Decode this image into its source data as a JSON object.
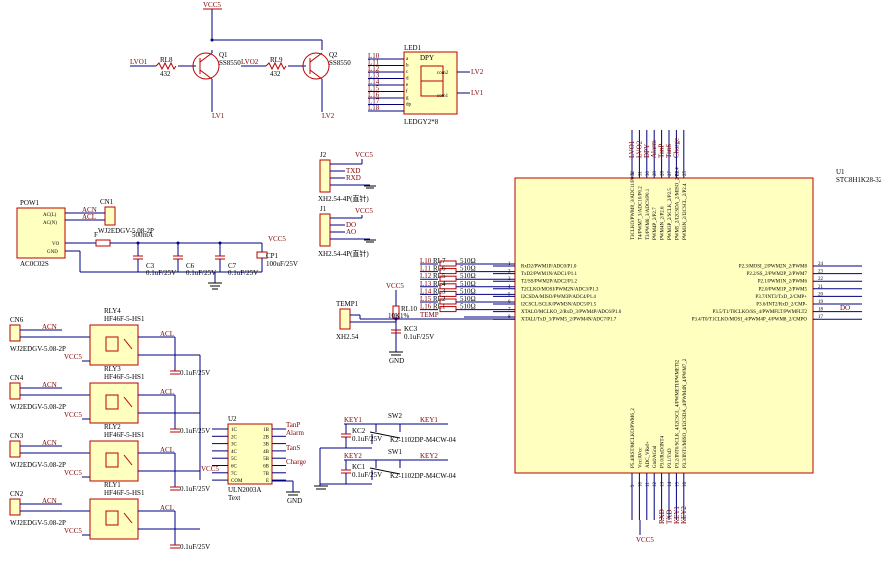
{
  "u1": {
    "ref": "U1",
    "part": "STC8H1K28-32",
    "left_pins": [
      "RxD2/PWM1P/ADC0/P1.0",
      "TxD2/PWM1N/ADC1/P1.1",
      "T2/SS/PWM2P/ADC2/P1.2",
      "T2CLKO/MOSI/PWM2N/ADC3/P1.3",
      "I2CSDA/MISO/PWM3P/ADC4/P1.4",
      "I2CSCL/SCLK/PWM3N/ADC5/P1.5",
      "XTALO/MCLKO_2/RxD_3/PWM4P/ADC6/P1.6",
      "XTALI/TxD_3/PWM5_2/PWM4N/ADC7/P1.7"
    ],
    "left_nums": [
      "1",
      "2",
      "3",
      "4",
      "5",
      "6",
      "7",
      "8"
    ],
    "right_pins": [
      "P2.3/MOSI_2/PWM2N_2/PWM8",
      "P2.2/SS_2/PWM2P_2/PWM7",
      "P2.1/PWM1N_2/PWM6",
      "P2.0/PWM1P_2/PWM5",
      "P3.7/INT3/TxD_2/CMP+",
      "P3.6/INT2/RxD_2/CMP-",
      "P3.5/T1/T0CLKO/SS_4/PWMFLT/PWMFLT2",
      "P3.4/T0/T1CLKO/MOSI_4/PWM4P_4/PWM8_2/CMPO"
    ],
    "right_nums": [
      "24",
      "23",
      "22",
      "21",
      "20",
      "19",
      "18",
      "17"
    ],
    "top_pins": [
      "T3CLKO/PWM8_3/ADC11/P0.3",
      "T4/PWM7_3/ADC10/P0.2",
      "T3/PWM6_3/ADC9/P0.1",
      "PWM4P_2/P2.7",
      "PWM4N_2/P2.6",
      "PWM3P_2/SCLK_2/P2.5",
      "PWM5_2/I2CSDA_2/MISO_2/P2.4",
      "PWM3N_2/I2CSCL_2/P2.4"
    ],
    "top_nums": [
      "32",
      "31",
      "30",
      "29",
      "28",
      "27",
      "26",
      "25"
    ],
    "top_nets": [
      "LVO1",
      "LVO2",
      "DPY",
      "Alarm",
      "TanP",
      "TanS",
      "Charge"
    ],
    "bottom_pins": [
      "P5.4/RST/MCLKO/PWM6_2",
      "Vcc/AVcc",
      "ADC_VRef+",
      "Gnd/AGnd",
      "P3.0/RxD/INT4",
      "P3.1/TxD",
      "P3.2/INT0/SCLK_4/I2CSCL_4/PWMETI/PWMETI2",
      "P3.3/INT1/MISO_4/I2CSDA_4/PWM4N_4/PWM7_2"
    ],
    "bottom_nums": [
      "9",
      "10",
      "11",
      "12",
      "13",
      "14",
      "15",
      "16"
    ],
    "bottom_nets": [
      "RXD",
      "TXD",
      "KEY1",
      "KEY2"
    ],
    "right_net": "DO",
    "vcc": "VCC5",
    "gnd": "GND"
  },
  "q1": {
    "ref": "Q1",
    "part": "SS8550",
    "res_ref": "RL8",
    "res_val": "432",
    "in_net": "LVO1",
    "out_net": "LV1"
  },
  "q2": {
    "ref": "Q2",
    "part": "SS8550",
    "res_ref": "RL9",
    "res_val": "432",
    "in_net": "LVO2",
    "out_net": "LV2"
  },
  "vcc_top": "VCC5",
  "led": {
    "ref": "LED1",
    "part": "LEDGY2*8",
    "dpy": "DPY",
    "nets": [
      "L10",
      "L11",
      "L12",
      "L13",
      "L14",
      "L15",
      "L16",
      "L17",
      "L18"
    ],
    "pins": [
      "a",
      "b",
      "c",
      "d",
      "e",
      "f",
      "g",
      "dp"
    ],
    "com2": "com2",
    "com1": "com1",
    "out2": "LV2",
    "out1": "LV1"
  },
  "j2": {
    "ref": "J2",
    "part": "XH2.54-4P(直针)",
    "vcc": "VCC5",
    "nets": [
      "TXD",
      "RXD"
    ],
    "pins": [
      "4",
      "3",
      "2",
      "1"
    ]
  },
  "j1": {
    "ref": "J1",
    "part": "XH2.54-4P(直针)",
    "vcc": "VCC5",
    "nets": [
      "DO",
      "AO"
    ],
    "pins": [
      "4",
      "3",
      "2",
      "1"
    ]
  },
  "pow": {
    "ref": "POW1",
    "part": "AC0C02S",
    "pins": [
      "AC(L)",
      "AC(N)",
      "VO",
      "GND"
    ],
    "cn_ref": "CN1",
    "cn_part": "WJ2EDGV-5.08-2P",
    "nets": [
      "ACN",
      "ACL"
    ],
    "f_ref": "F",
    "f_val": "500mA",
    "c3": "C3",
    "c3v": "0.1uF/25V",
    "c6": "C6",
    "c6v": "0.1uF/25V",
    "c7": "C7",
    "c7v": "0.1uF/25V",
    "cp1": "CP1",
    "cp1v": "100uF/25V",
    "vcc": "VCC5"
  },
  "resistors": [
    {
      "net": "L10",
      "ref": "RL7",
      "val": "510Ω"
    },
    {
      "net": "L11",
      "ref": "RL6",
      "val": "510Ω"
    },
    {
      "net": "L12",
      "ref": "RL5",
      "val": "510Ω"
    },
    {
      "net": "L13",
      "ref": "RL4",
      "val": "510Ω"
    },
    {
      "net": "L14",
      "ref": "RL3",
      "val": "510Ω"
    },
    {
      "net": "L15",
      "ref": "RL2",
      "val": "510Ω"
    },
    {
      "net": "L16",
      "ref": "RL1",
      "val": "510Ω"
    }
  ],
  "temp": {
    "ref": "TEMP1",
    "part": "XH2.54",
    "r_ref": "RL10",
    "r_val": "10K1%",
    "net": "TEMP",
    "c_ref": "KC3",
    "c_val": "0.1uF/25V",
    "vcc": "VCC5",
    "gnd": "GND"
  },
  "relays": [
    {
      "cn": "CN6",
      "cn_part": "WJ2EDGV-5.08-2P",
      "rly": "RLY4",
      "part": "HF46F-5-HS1",
      "acn": "ACN",
      "acl": "ACL",
      "vcc": "VCC5",
      "c": "0.1uF/25V"
    },
    {
      "cn": "CN4",
      "cn_part": "WJ2EDGV-5.08-2P",
      "rly": "RLY3",
      "part": "HF46F-5-HS1",
      "acn": "ACN",
      "acl": "ACL",
      "vcc": "VCC5",
      "c": "0.1uF/25V"
    },
    {
      "cn": "CN3",
      "cn_part": "WJ2EDGV-5.08-2P",
      "rly": "RLY2",
      "part": "HF46F-5-HS1",
      "acn": "ACN",
      "acl": "ACL",
      "vcc": "VCC5",
      "c": "0.1uF/25V"
    },
    {
      "cn": "CN2",
      "cn_part": "WJ2EDGV-5.08-2P",
      "rly": "RLY1",
      "part": "HF46F-5-HS1",
      "acn": "ACN",
      "acl": "ACL",
      "vcc": "VCC5",
      "c": "0.1uF/25V"
    }
  ],
  "u2": {
    "ref": "U2",
    "part": "ULN2003A",
    "text": "Text",
    "left": [
      "1C",
      "2C",
      "3C",
      "4C",
      "5C",
      "6C",
      "7C",
      "COM"
    ],
    "right": [
      "1B",
      "2B",
      "3B",
      "4B",
      "5B",
      "6B",
      "7B",
      "E"
    ],
    "nets": [
      "TanP",
      "Alarm",
      "TanS",
      "Charge"
    ],
    "gnd": "GND",
    "vcc": "VCC5"
  },
  "keys": [
    {
      "sw": "SW2",
      "c": "KC2",
      "cv": "0.1uF/25V",
      "net": "KEY1",
      "part": "K2-1102DP-M4CW-04"
    },
    {
      "sw": "SW1",
      "c": "KC1",
      "cv": "0.1uF/25V",
      "net": "KEY2",
      "part": "K2-1102DP-M4CW-04"
    }
  ]
}
